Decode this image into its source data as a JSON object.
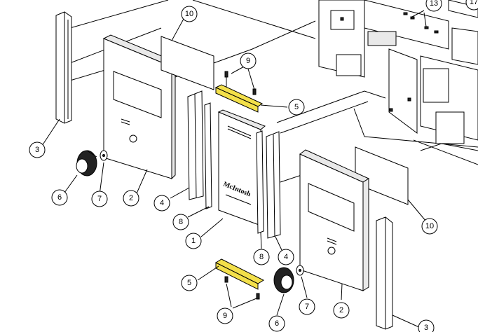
{
  "diagram": {
    "callouts": [
      {
        "id": "c10a",
        "label": "10"
      },
      {
        "id": "c9a",
        "label": "9"
      },
      {
        "id": "c5a",
        "label": "5"
      },
      {
        "id": "c3a",
        "label": "3"
      },
      {
        "id": "c6a",
        "label": "6"
      },
      {
        "id": "c7a",
        "label": "7"
      },
      {
        "id": "c2a",
        "label": "2"
      },
      {
        "id": "c4a",
        "label": "4"
      },
      {
        "id": "c8a",
        "label": "8"
      },
      {
        "id": "c1",
        "label": "1"
      },
      {
        "id": "c8b",
        "label": "8"
      },
      {
        "id": "c4b",
        "label": "4"
      },
      {
        "id": "c13",
        "label": "13"
      },
      {
        "id": "c17",
        "label": "17"
      },
      {
        "id": "c10b",
        "label": "10"
      },
      {
        "id": "c5b",
        "label": "5"
      },
      {
        "id": "c9b",
        "label": "9"
      },
      {
        "id": "c6b",
        "label": "6"
      },
      {
        "id": "c7b",
        "label": "7"
      },
      {
        "id": "c2b",
        "label": "2"
      },
      {
        "id": "c3b",
        "label": "3"
      }
    ],
    "center_panel_logo": "McIntosh"
  }
}
